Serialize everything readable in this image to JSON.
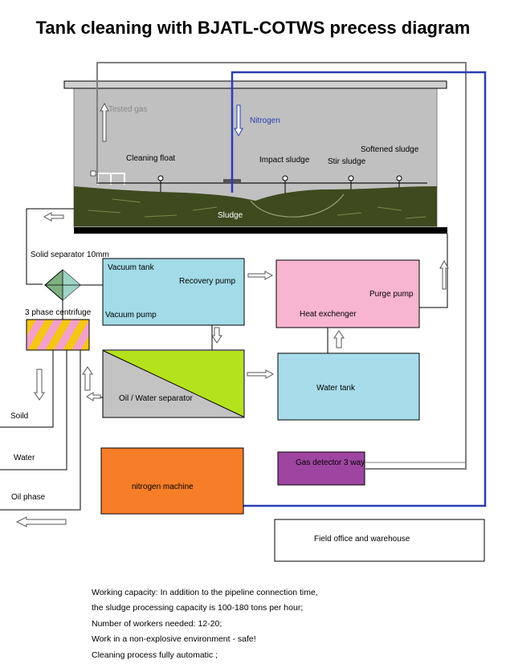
{
  "title": "Tank cleaning with BJATL-COTWS precess diagram",
  "labels": {
    "tested_gas": "Tested gas",
    "nitrogen": "Nitrogen",
    "cleaning_float": "Cleaning float",
    "impact_sludge": "Impact sludge",
    "stir_sludge": "Stir sludge",
    "softened_sludge": "Softened sludge",
    "sludge": "Sludge",
    "solid_separator": "Solid separator 10mm",
    "vacuum_tank": "Vacuum tank",
    "recovery_pump": "Recovery pump",
    "vacuum_pump": "Vacuum pump",
    "purge_pump": "Purge pump",
    "heat_exchenger": "Heat exchenger",
    "three_phase_centrifuge": "3 phase centrifuge",
    "oil_water_separator": "Oil / Water separator",
    "water_tank": "Water tank",
    "soild": "Soild",
    "water": "Water",
    "oil_phase": "Oil phase",
    "gas_detector": "Gas detector 3 way",
    "nitrogen_machine": "nitrogen machine",
    "field_office": "Field office and warehouse"
  },
  "notes": [
    "Working capacity: In addition to the pipeline connection time,",
    "the sludge processing capacity is 100-180 tons per hour;",
    "Number of workers needed: 12-20;",
    "Work in a non-explosive environment - safe!",
    "Cleaning process fully automatic ;"
  ],
  "colors": {
    "tank_gray": "#c0c0c0",
    "sludge_dark": "#3f4a1f",
    "vacuum_blue": "#a3dbe8",
    "purge_pink": "#f7b5cf",
    "water_blue": "#a8dcea",
    "separator_green": "#b4e21c",
    "separator_gray": "#c3c3c3",
    "centrifuge_yellow": "#f5c518",
    "centrifuge_pink": "#f4a0c8",
    "nitrogen_orange": "#f77e28",
    "gas_purple": "#9e45a1",
    "nitrogen_line": "#2a3db3",
    "gas_line": "#808080"
  }
}
